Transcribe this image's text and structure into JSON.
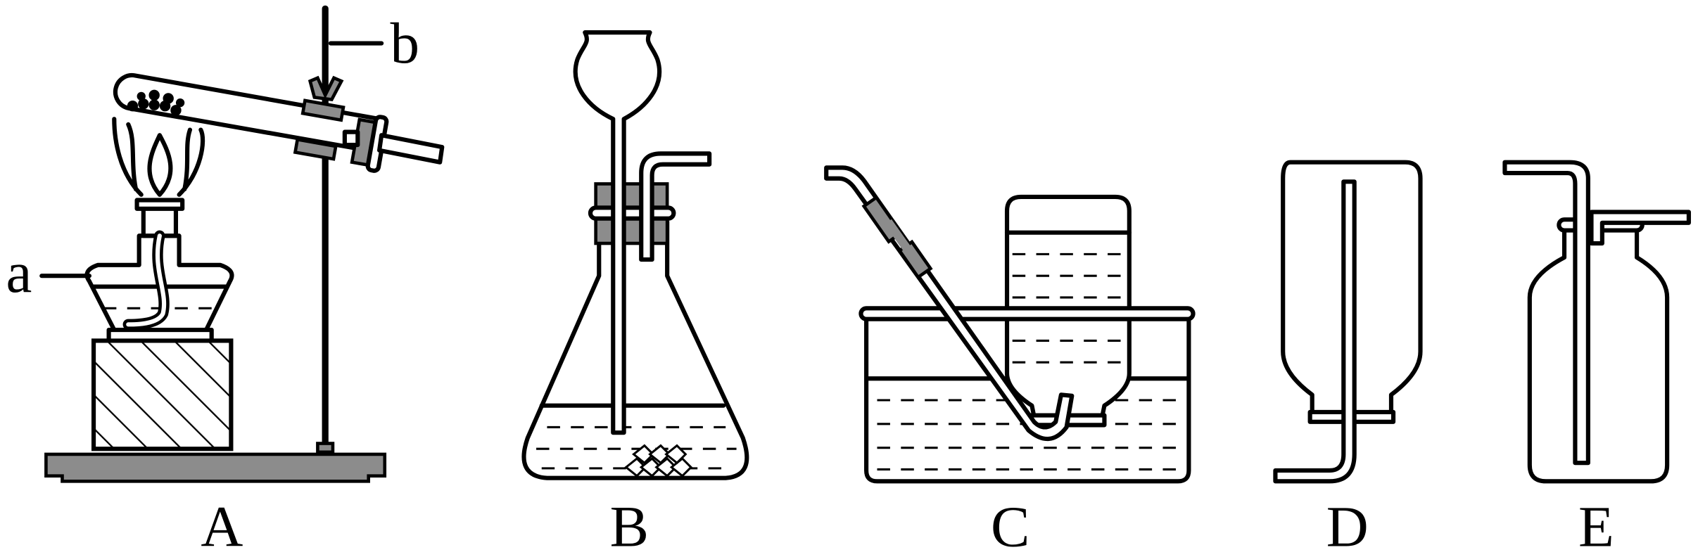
{
  "labels": {
    "pointer_a": "a",
    "pointer_b": "b",
    "apparatus": [
      "A",
      "B",
      "C",
      "D",
      "E"
    ]
  },
  "colors": {
    "stroke": "#000000",
    "stopper_gray": "#8c8c8c",
    "background": "#ffffff"
  }
}
